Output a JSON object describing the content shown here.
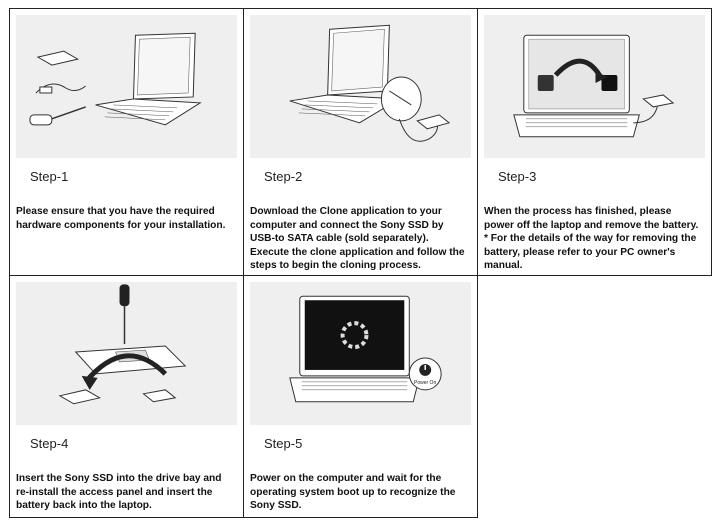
{
  "steps": [
    {
      "title": "Step-1",
      "description": "Please ensure that you have the required\nhardware components for your installation."
    },
    {
      "title": "Step-2",
      "description": "Download the Clone application to your\ncomputer and connect the Sony SSD by\nUSB-to SATA cable (sold separately).\nExecute the clone application and follow the\nsteps to begin the cloning process."
    },
    {
      "title": "Step-3",
      "description": "When the process has finished, please\npower off the laptop and remove the battery.\n* For the details of the way for removing the\nbattery, please refer to your PC owner's\nmanual."
    },
    {
      "title": "Step-4",
      "description": "Insert the Sony SSD into the drive bay and\nre-install the access panel and insert the\nbattery back into the laptop."
    },
    {
      "title": "Step-5",
      "description": "Power on the computer and wait for the\noperating system boot up to recognize the\nSony SSD.",
      "power_label": "Power On"
    }
  ]
}
